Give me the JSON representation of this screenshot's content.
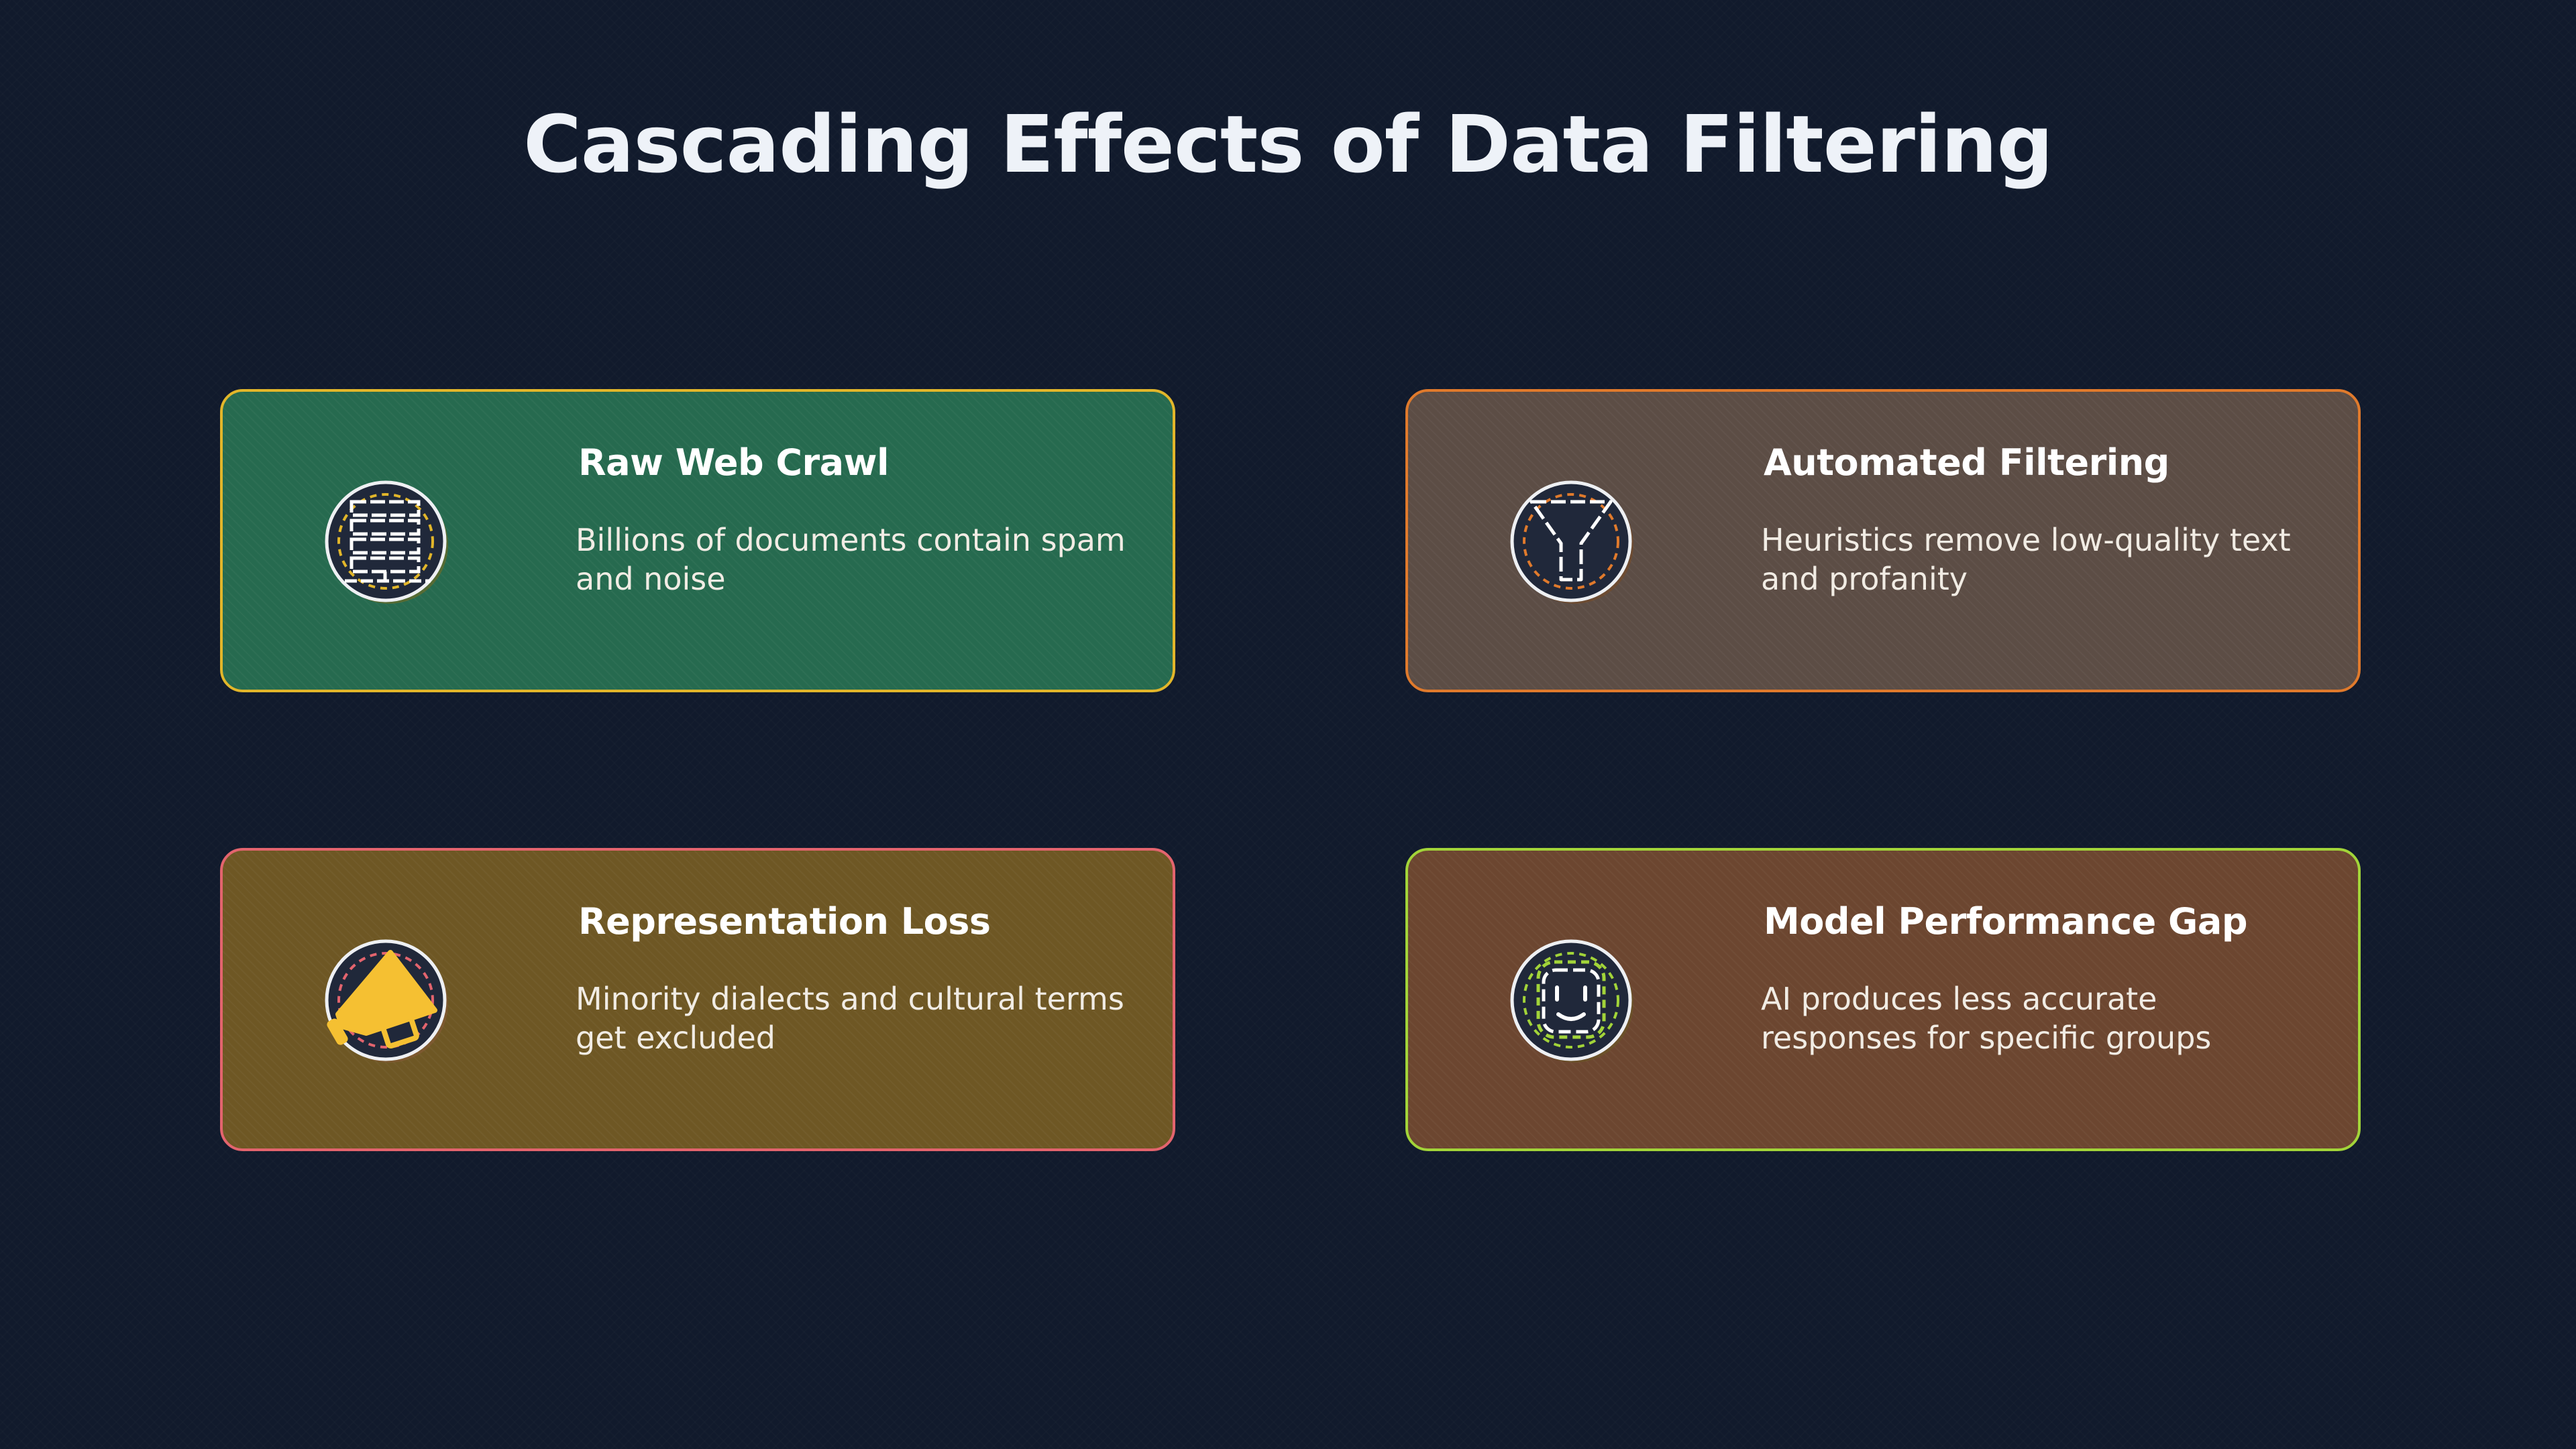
{
  "title": "Cascading Effects of Data Filtering",
  "colors": {
    "background": "#111a2c",
    "title_text": "#eef2f8"
  },
  "cards": [
    {
      "title": "Raw Web Crawl",
      "description": "Billions of documents contain spam and noise",
      "icon": "server-rack-icon",
      "fill": "#266a4f",
      "border": "#e2b62a"
    },
    {
      "title": "Automated Filtering",
      "description": "Heuristics remove low-quality text and profanity",
      "icon": "funnel-filter-icon",
      "fill": "#5c4d45",
      "border": "#e07a2c"
    },
    {
      "title": "Representation Loss",
      "description": "Minority dialects and cultural terms get excluded",
      "icon": "megaphone-icon",
      "fill": "#6e5724",
      "border": "#e3646e"
    },
    {
      "title": "Model Performance Gap",
      "description": "AI produces less accurate responses for specific groups",
      "icon": "robot-face-icon",
      "fill": "#6c4630",
      "border": "#a2d439"
    }
  ]
}
